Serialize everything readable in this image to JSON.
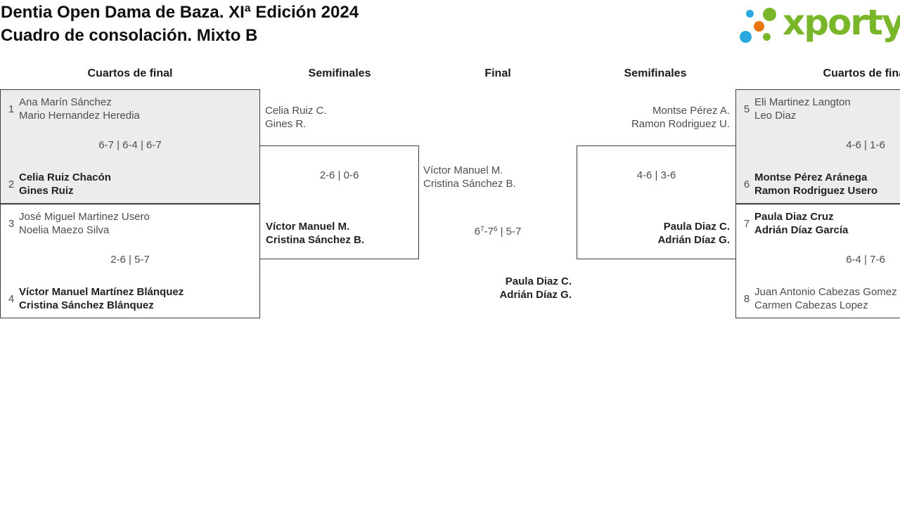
{
  "title": {
    "line1": "Dentia Open Dama de Baza. XIª Edición 2024",
    "line2": "Cuadro de consolación. Mixto B"
  },
  "logo": {
    "brand": "xporty"
  },
  "colors": {
    "logo_green": "#7ab629",
    "logo_blue": "#29a8e0",
    "logo_orange": "#e8740e",
    "box_gray": "#ececec",
    "box_border": "#3e3e3e",
    "text_normal": "#4d4d4d",
    "text_winner": "#222222"
  },
  "round_headers": {
    "qf_left": "Cuartos de final",
    "sf_left": "Semifinales",
    "final": "Final",
    "sf_right": "Semifinales",
    "qf_right": "Cuartos de final"
  },
  "matches": {
    "qf1": {
      "seed_top": "1",
      "team_top_1": "Ana Marín Sánchez",
      "team_top_2": "Mario Hernandez Heredia",
      "score": "6-7 | 6-4 | 6-7",
      "seed_bottom": "2",
      "team_bottom_1": "Celia Ruiz Chacón",
      "team_bottom_2": "Gines Ruiz",
      "winner": "bottom"
    },
    "qf2": {
      "seed_top": "3",
      "team_top_1": "José Miguel Martinez Usero",
      "team_top_2": "Noelia Maezo Silva",
      "score": "2-6 | 5-7",
      "seed_bottom": "4",
      "team_bottom_1": "Víctor Manuel Martínez Blánquez",
      "team_bottom_2": "Cristina Sánchez Blánquez",
      "winner": "bottom"
    },
    "qf3": {
      "seed_top": "5",
      "team_top_1": "Eli Martinez Langton",
      "team_top_2": "Leo Diaz",
      "score": "4-6 | 1-6",
      "seed_bottom": "6",
      "team_bottom_1": "Montse Pérez Aránega",
      "team_bottom_2": "Ramon Rodriguez Usero",
      "winner": "bottom"
    },
    "qf4": {
      "seed_top": "7",
      "team_top_1": "Paula Diaz Cruz",
      "team_top_2": "Adrián Díaz García",
      "score": "6-4 | 7-6",
      "seed_bottom": "8",
      "team_bottom_1": "Juan Antonio Cabezas Gomez",
      "team_bottom_2": "Carmen Cabezas Lopez",
      "winner": "top"
    },
    "sf1": {
      "team_top_1": "Celia Ruiz C.",
      "team_top_2": "Gines R.",
      "score": "2-6 | 0-6",
      "team_bottom_1": "Víctor Manuel M.",
      "team_bottom_2": "Cristina Sánchez B.",
      "winner": "bottom"
    },
    "sf2": {
      "team_top_1": "Montse Pérez A.",
      "team_top_2": "Ramon Rodriguez U.",
      "score": "4-6 | 3-6",
      "team_bottom_1": "Paula Diaz C.",
      "team_bottom_2": "Adrián Díaz G.",
      "winner": "bottom"
    },
    "final": {
      "team_top_1": "Víctor Manuel M.",
      "team_top_2": "Cristina Sánchez B.",
      "score_base1": "6",
      "score_sup1": "7",
      "score_mid": "-7",
      "score_sup2": "6",
      "score_tail": " | 5-7",
      "team_bottom_1": "Paula Diaz C.",
      "team_bottom_2": "Adrián Díaz G.",
      "winner": "bottom"
    }
  }
}
